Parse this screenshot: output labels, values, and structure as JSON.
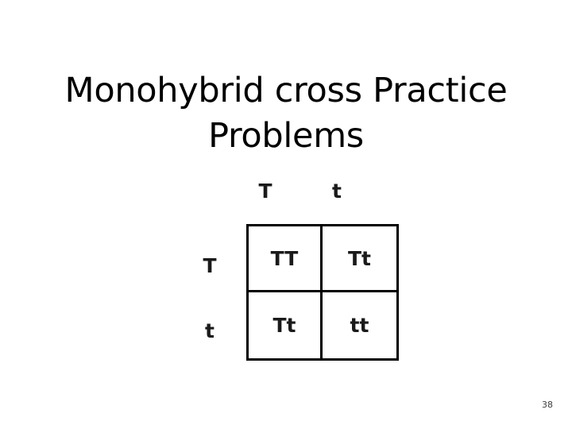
{
  "slide": {
    "title": "Monohybrid cross Practice Problems",
    "page_number": "38",
    "background_color": "#ffffff",
    "text_color": "#000000"
  },
  "punnett_square": {
    "column_headers": [
      "T",
      "t"
    ],
    "row_headers": [
      "T",
      "t"
    ],
    "cells": [
      [
        "TT",
        "Tt"
      ],
      [
        "Tt",
        "tt"
      ]
    ],
    "border_color": "#000000"
  }
}
